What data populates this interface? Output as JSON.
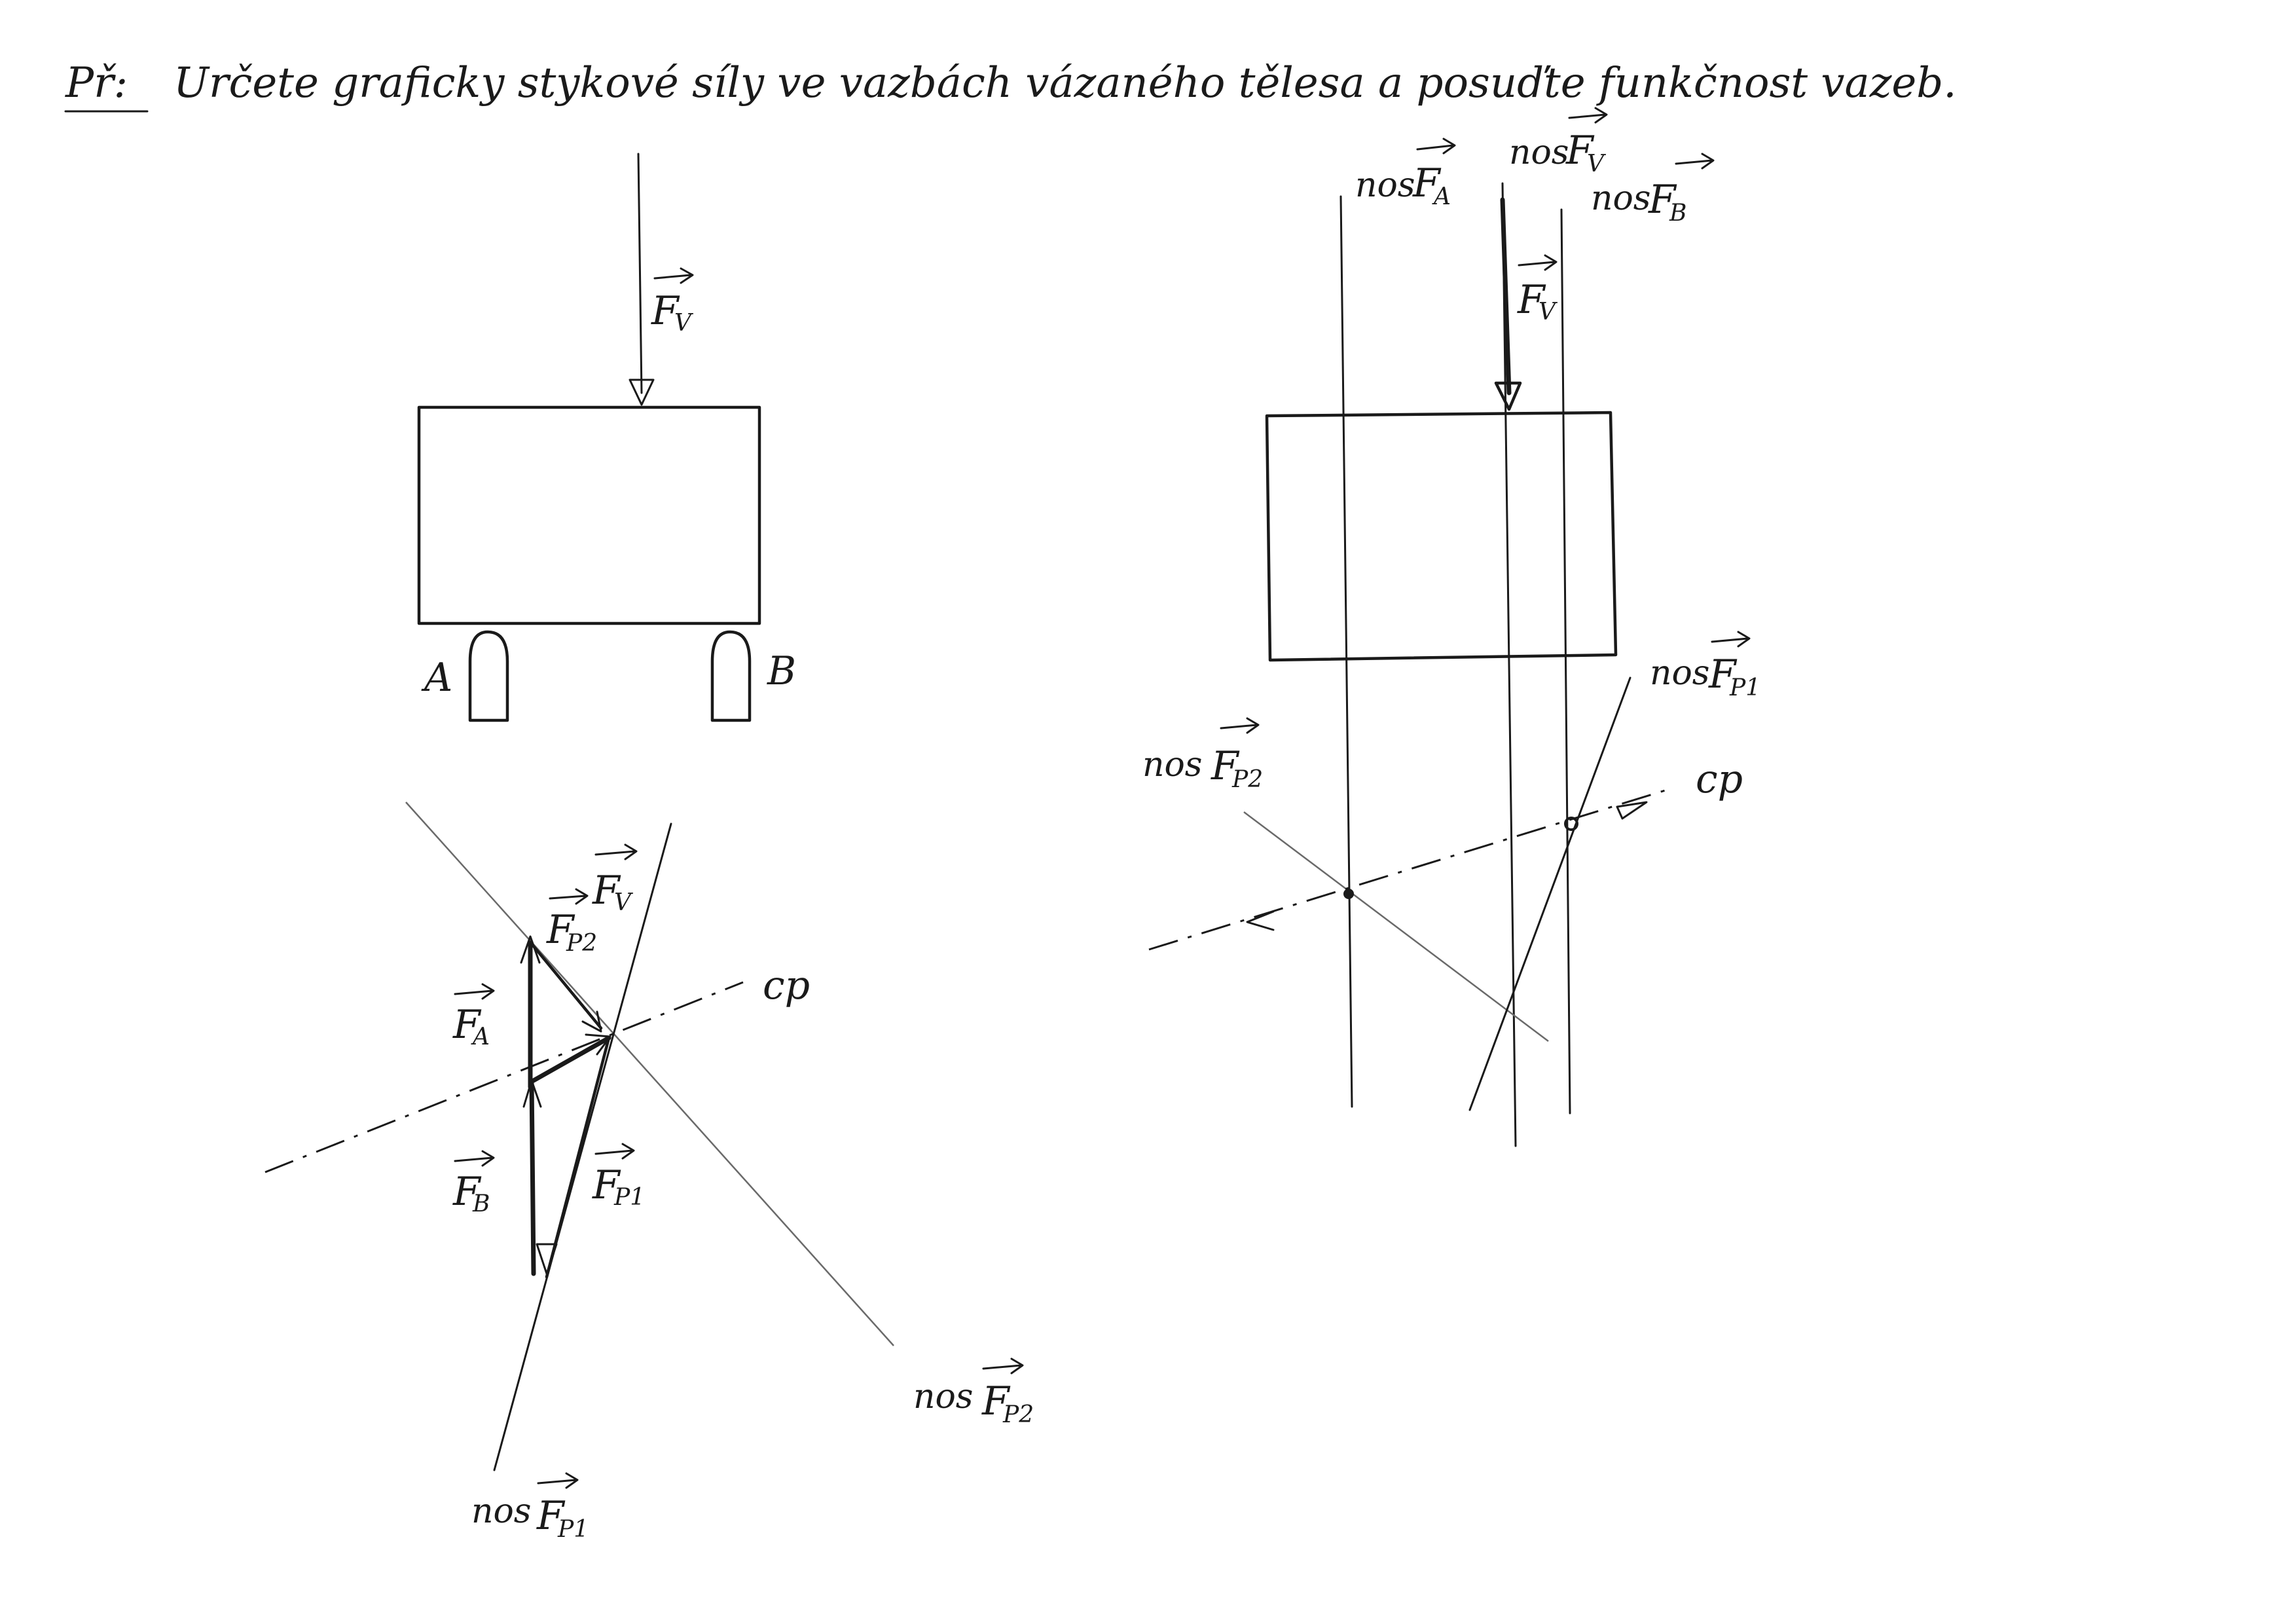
{
  "title": {
    "prefix": "Př:",
    "text": "Určete graficky stykové síly ve vazbách vázaného tělesa a posuďte funkčnost vazeb."
  },
  "labels": {
    "support_a": "A",
    "support_b": "B",
    "force_letter": "F",
    "sub_v": "V",
    "sub_a": "A",
    "sub_b": "B",
    "sub_p1": "P1",
    "sub_p2": "P2",
    "axis_prefix": "nos",
    "cp": "cp"
  },
  "colors": {
    "ink": "#1a1a1a",
    "paper": "#ffffff"
  }
}
